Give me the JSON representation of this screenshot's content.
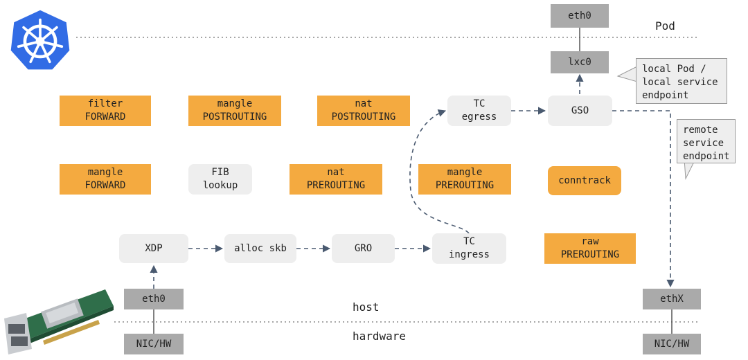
{
  "layers": {
    "pod": "Pod",
    "host": "host",
    "hardware": "hardware"
  },
  "pod_side": {
    "eth0": "eth0",
    "lxc0": "lxc0"
  },
  "tables": {
    "filter_forward": [
      "filter",
      "FORWARD"
    ],
    "mangle_postrouting": [
      "mangle",
      "POSTROUTING"
    ],
    "nat_postrouting": [
      "nat",
      "POSTROUTING"
    ],
    "mangle_forward": [
      "mangle",
      "FORWARD"
    ],
    "nat_prerouting": [
      "nat",
      "PREROUTING"
    ],
    "mangle_prerouting": [
      "mangle",
      "PREROUTING"
    ],
    "conntrack": "conntrack",
    "raw_prerouting": [
      "raw",
      "PREROUTING"
    ]
  },
  "stages": {
    "fib_lookup": [
      "FIB",
      "lookup"
    ],
    "tc_egress": [
      "TC",
      "egress"
    ],
    "gso": "GSO",
    "xdp": "XDP",
    "alloc_skb": "alloc skb",
    "gro": "GRO",
    "tc_ingress": [
      "TC",
      "ingress"
    ]
  },
  "interfaces": {
    "left_eth0": "eth0",
    "left_nic": "NIC/HW",
    "right_ethx": "ethX",
    "right_nic": "NIC/HW"
  },
  "callouts": {
    "local": [
      "local Pod /",
      "local service",
      "endpoint"
    ],
    "remote": [
      "remote",
      "service",
      "endpoint"
    ]
  },
  "colors": {
    "iptables": "#f4aa40",
    "kernel_stage": "#eeeeee",
    "interface": "#aaaaaa",
    "k8s_logo": "#326ce5",
    "arrow": "#4a5a70"
  }
}
